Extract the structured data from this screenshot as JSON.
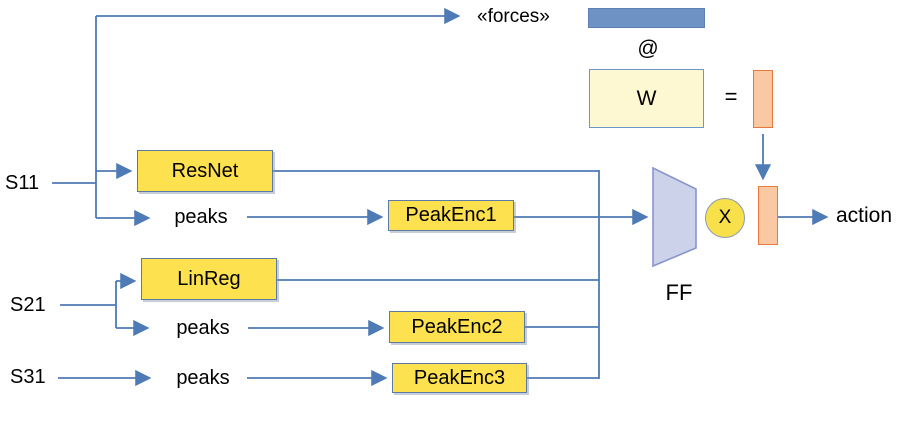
{
  "labels": {
    "s11": "S11",
    "s21": "S21",
    "s31": "S31",
    "forces": "«forces»",
    "at": "@",
    "w": "W",
    "equals": "=",
    "resnet": "ResNet",
    "linreg": "LinReg",
    "peaks1": "peaks",
    "peaks2": "peaks",
    "peaks3": "peaks",
    "peakenc1": "PeakEnc1",
    "peakenc2": "PeakEnc2",
    "peakenc3": "PeakEnc3",
    "ff": "FF",
    "multiply": "X",
    "action": "action"
  },
  "colors": {
    "connector": "#4e7ab5",
    "yellow_fill": "#fee14f",
    "yellow_border": "#5b7aa6",
    "bar_blue_fill": "#6e92c4",
    "bar_blue_border": "#5d7fb2",
    "pale_yellow_fill": "#fdf8d2",
    "pale_yellow_border": "#6e96c8",
    "orange_fill": "#fbc8a4",
    "orange_border": "#e8793c",
    "trapezoid_fill": "#ccd2e9",
    "trapezoid_border": "#8796cb",
    "circle_fill": "#f7e04a",
    "circle_border": "#8a9bb0"
  }
}
